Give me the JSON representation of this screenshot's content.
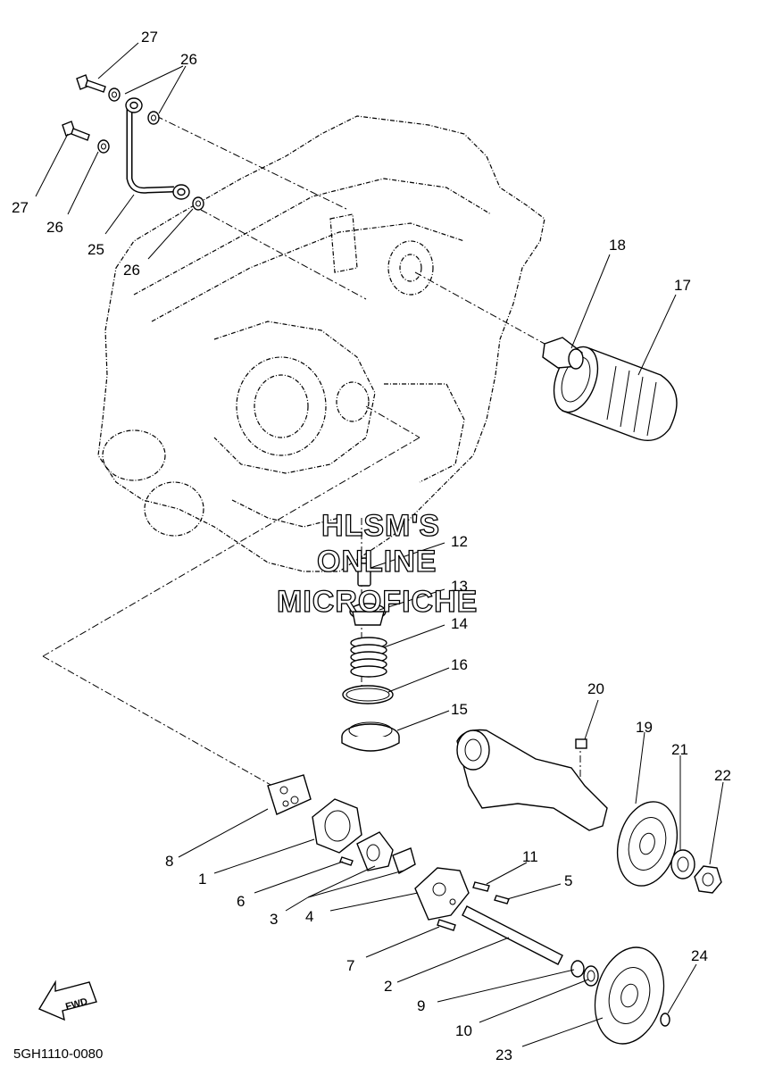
{
  "diagram": {
    "code": "5GH1110-0080",
    "watermark": [
      "HLSM'S",
      "ONLINE",
      "MICROFICHE"
    ],
    "fwd_label": "FWD",
    "callouts": [
      "1",
      "2",
      "3",
      "4",
      "5",
      "6",
      "7",
      "8",
      "9",
      "10",
      "11",
      "12",
      "13",
      "14",
      "15",
      "16",
      "17",
      "18",
      "19",
      "20",
      "21",
      "22",
      "23",
      "24",
      "25",
      "26",
      "26",
      "26",
      "26",
      "27",
      "27"
    ]
  }
}
